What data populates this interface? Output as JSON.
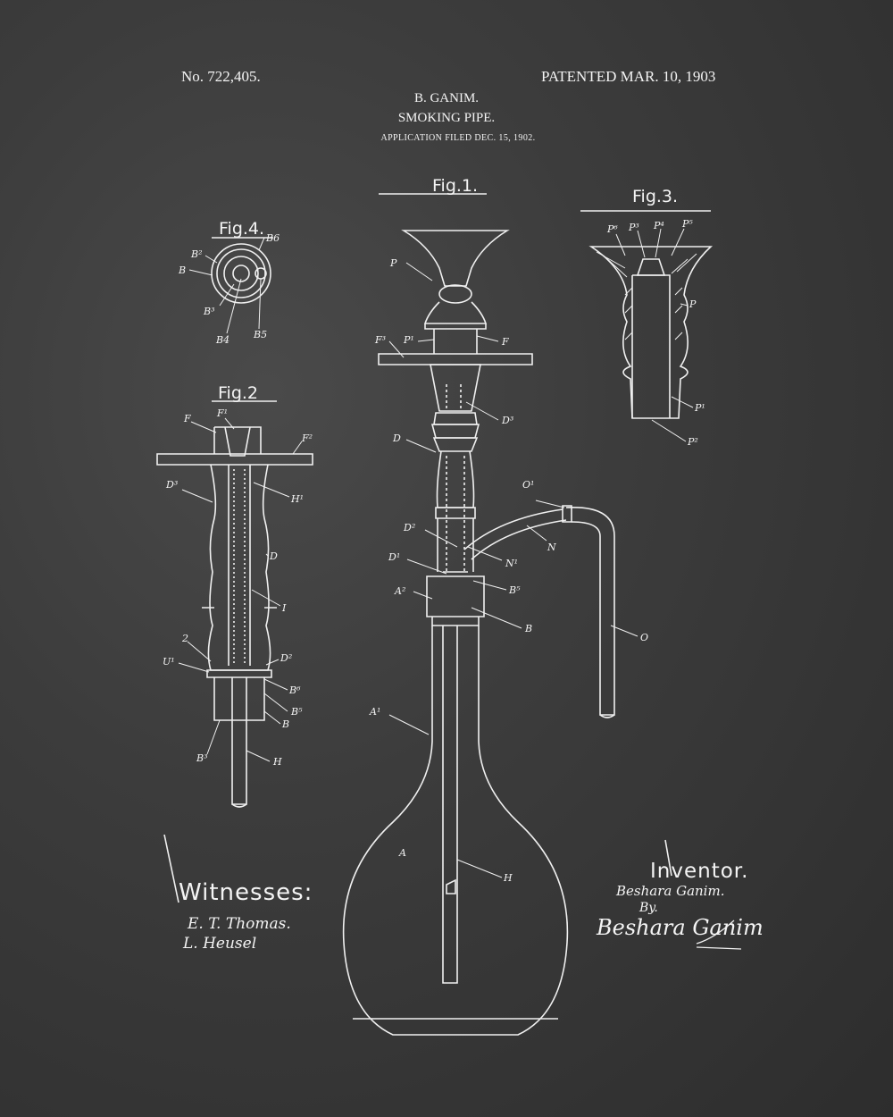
{
  "header": {
    "patent_number": "No. 722,405.",
    "patent_date": "PATENTED MAR. 10, 1903",
    "inventor_name": "B. GANIM.",
    "title": "SMOKING PIPE.",
    "application": "APPLICATION FILED DEC. 15, 1902."
  },
  "figures": {
    "fig1": "Fig.1.",
    "fig2": "Fig.2",
    "fig3": "Fig.3.",
    "fig4": "Fig.4."
  },
  "labels": {
    "fig1": {
      "P": "P",
      "P1": "P¹",
      "F": "F",
      "F3": "F³",
      "D3": "D³",
      "D": "D",
      "D2": "D²",
      "D1": "D¹",
      "A2": "A²",
      "N1": "N¹",
      "B5": "B⁵",
      "B": "B",
      "O1": "O¹",
      "N": "N",
      "O": "O",
      "A1": "A¹",
      "A": "A",
      "H": "H"
    },
    "fig2": {
      "F": "F",
      "F1": "F¹",
      "F2": "F²",
      "D3": "D³",
      "H1": "H¹",
      "D": "D",
      "I": "I",
      "two": "2",
      "U1": "U¹",
      "D2": "D²",
      "B6": "B⁶",
      "B5": "B⁵",
      "B": "B",
      "B3": "B³",
      "H": "H"
    },
    "fig3": {
      "P6": "P⁶",
      "P3": "P³",
      "P4": "P⁴",
      "P5": "P⁵",
      "P": "P",
      "P1": "P¹",
      "P2": "P²"
    },
    "fig4": {
      "B6": "B6",
      "B2": "B²",
      "B": "B",
      "B3": "B³",
      "B4": "B4",
      "B5": "B5"
    }
  },
  "witnesses": {
    "heading": "Witnesses:",
    "names": [
      "E. T. Thomas.",
      "L. Heusel"
    ]
  },
  "inventor_block": {
    "heading": "Inventor.",
    "name": "Beshara Ganim.",
    "by": "By.",
    "signature": "Beshara Ganim"
  },
  "colors": {
    "background": "#3a3a3a",
    "ink": "#f4f4f4"
  }
}
